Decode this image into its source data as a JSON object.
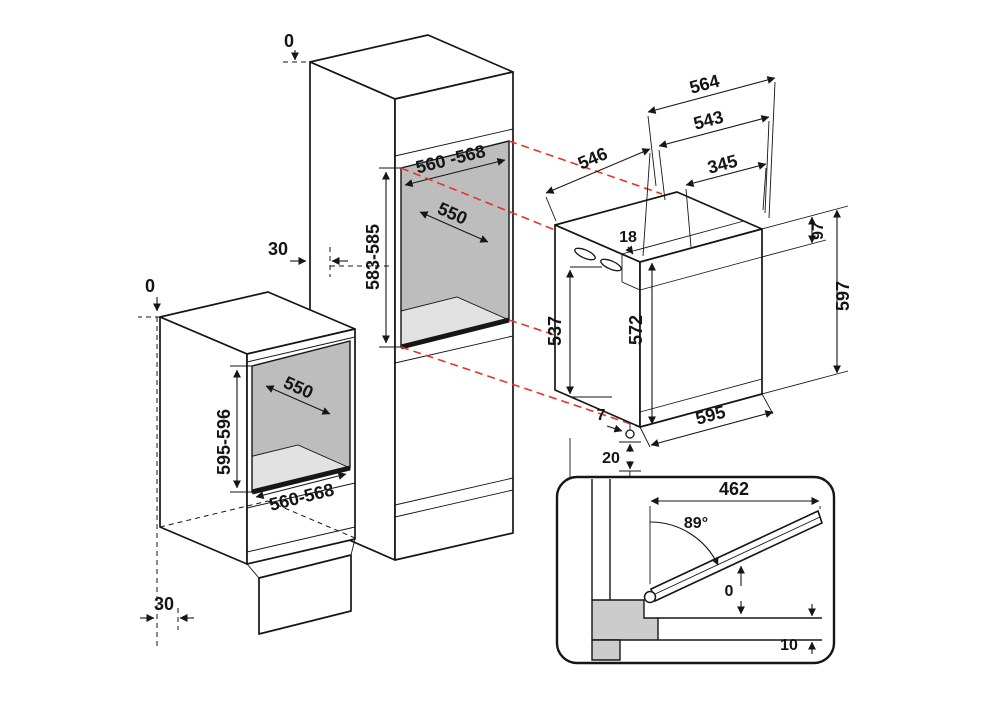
{
  "colors": {
    "accent_red": "#e5342b",
    "line": "#161616",
    "niche_back_fill": "#bdbdbd",
    "niche_floor_fill": "#e2e2e2",
    "section_fill": "#cccccc"
  },
  "labels": {
    "tall_cabinet": {
      "top_clearance": "0",
      "rear_gap": "30",
      "niche_width": "560 -568",
      "niche_height": "583-585",
      "niche_depth": "550"
    },
    "base_cabinet": {
      "top_clearance": "0",
      "niche_depth": "550",
      "niche_height": "595-596",
      "niche_width": "560-568",
      "plinth_recess": "30"
    },
    "oven": {
      "total_width": "564",
      "body_width": "543",
      "inner_width": "345",
      "depth": "546",
      "fascia_offset": "18",
      "fascia_height": "97",
      "total_height": "597",
      "body_height": "537",
      "front_height": "572",
      "bottom_width": "595",
      "foot_offset": "7",
      "bottom_gap": "20"
    },
    "door_detail": {
      "open_depth": "462",
      "open_angle": "89°",
      "flush_gap": "0",
      "floor_clearance": "10"
    }
  }
}
